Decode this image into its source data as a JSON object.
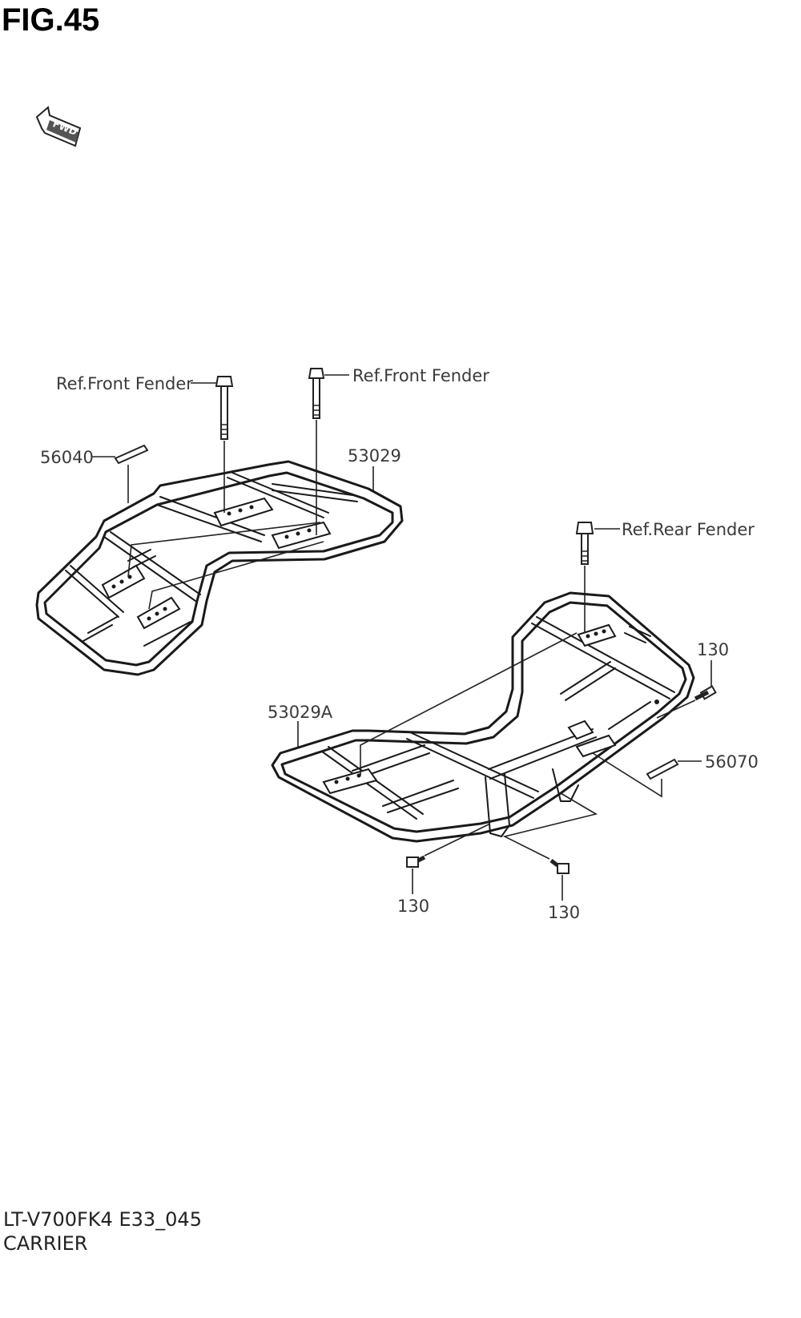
{
  "figure": {
    "title": "FIG.45",
    "fwd_text": "FWD"
  },
  "labels": {
    "front_fender_left": "Ref.Front Fender",
    "front_fender_right": "Ref.Front Fender",
    "rear_fender": "Ref.Rear Fender",
    "part_56040": "56040",
    "part_53029": "53029",
    "part_53029A": "53029A",
    "part_56070": "56070",
    "part_130_right": "130",
    "part_130_bottom_left": "130",
    "part_130_bottom_right": "130"
  },
  "footer": {
    "model_code": "LT-V700FK4 E33_045",
    "section": "CARRIER"
  }
}
